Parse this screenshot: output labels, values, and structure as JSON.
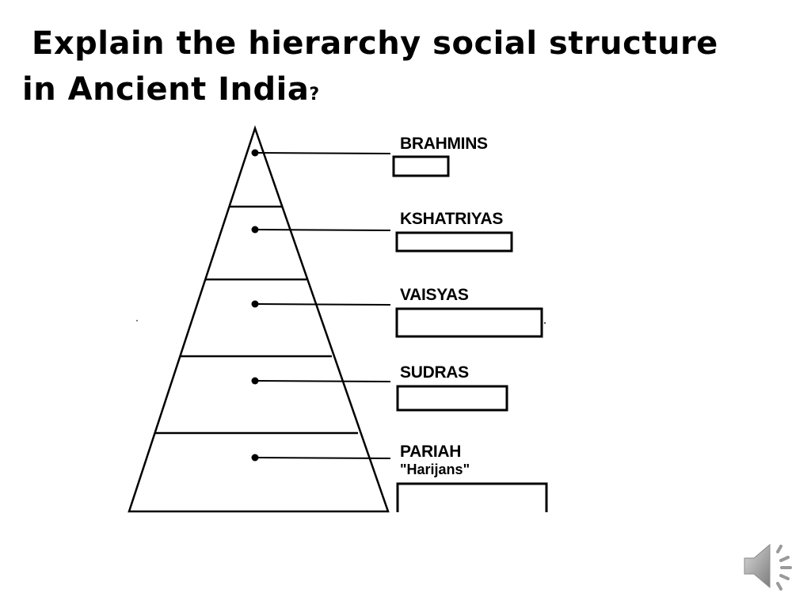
{
  "title": {
    "line1": "Explain the hierarchy social structure",
    "line2": "in Ancient India",
    "punct": "?"
  },
  "pyramid": {
    "levels": [
      {
        "label": "BRAHMINS"
      },
      {
        "label": "KSHATRIYAS"
      },
      {
        "label": "VAISYAS"
      },
      {
        "label": "SUDRAS"
      },
      {
        "label": "PARIAH",
        "sublabel": "\"Harijans\""
      }
    ]
  },
  "icons": {
    "audio": "speaker-icon"
  },
  "colors": {
    "ink": "#000000",
    "background": "#ffffff",
    "speaker": "#9a9a9a"
  }
}
